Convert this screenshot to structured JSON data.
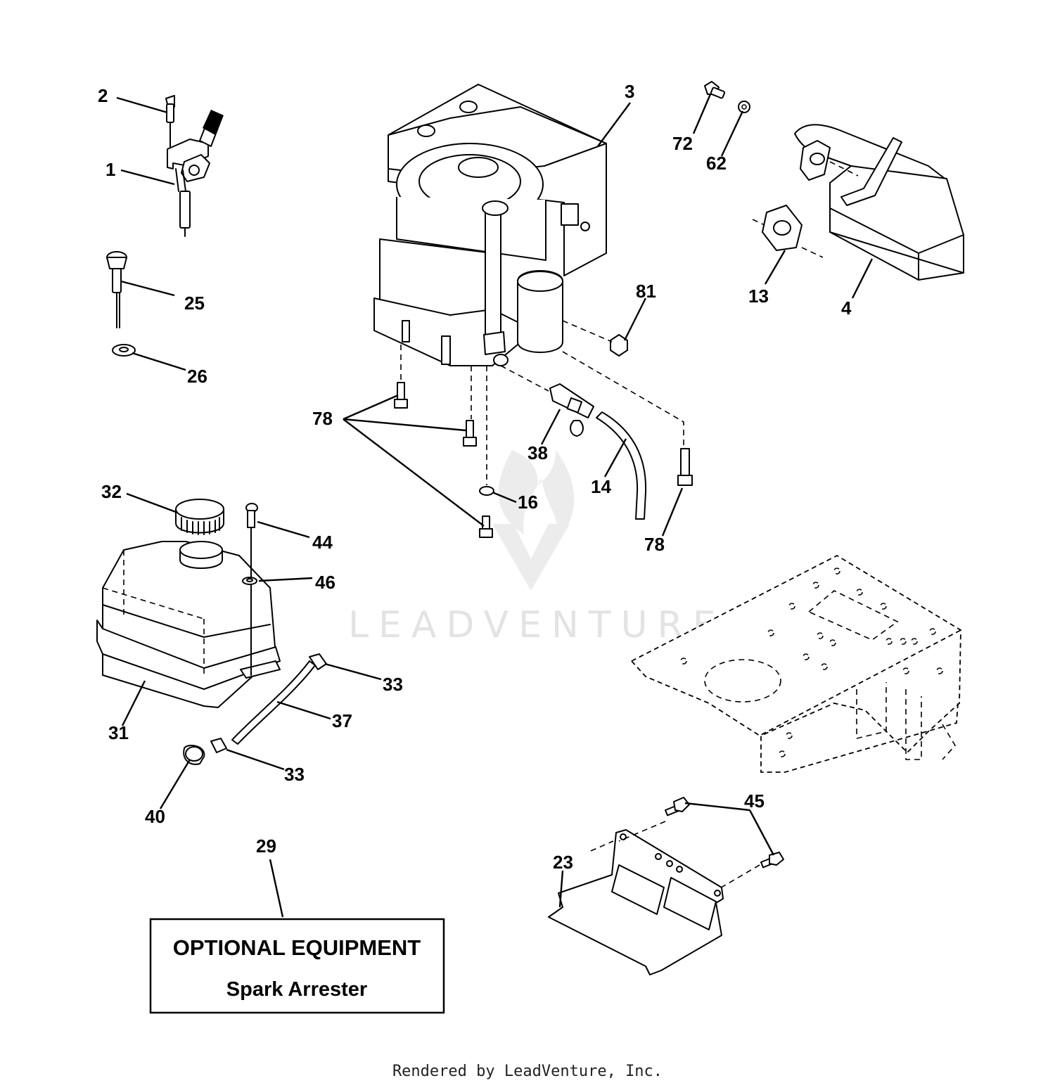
{
  "callouts": [
    "1",
    "2",
    "3",
    "4",
    "13",
    "14",
    "16",
    "23",
    "25",
    "26",
    "29",
    "31",
    "32",
    "33",
    "33",
    "37",
    "38",
    "40",
    "44",
    "45",
    "46",
    "62",
    "72",
    "78",
    "78",
    "81"
  ],
  "optional_box": {
    "title": "OPTIONAL EQUIPMENT",
    "subtitle": "Spark Arrester"
  },
  "watermark": "LEADVENTURE",
  "footer": "Rendered by LeadVenture, Inc."
}
